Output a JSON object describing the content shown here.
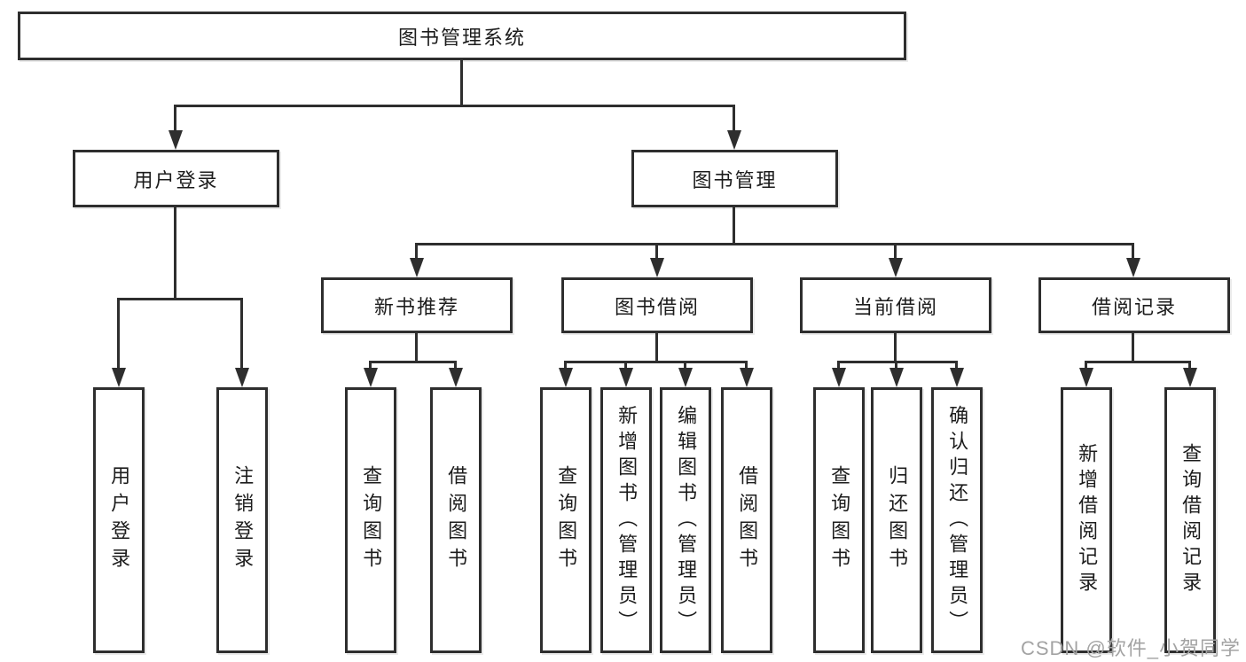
{
  "diagram": {
    "root": {
      "label": "图书管理系统"
    },
    "user_login": {
      "label": "用户登录",
      "children": [
        {
          "label": "用户登录"
        },
        {
          "label": "注销登录"
        }
      ]
    },
    "book_mgmt": {
      "label": "图书管理",
      "sections": [
        {
          "label": "新书推荐",
          "children": [
            {
              "label": "查询图书"
            },
            {
              "label": "借阅图书"
            }
          ]
        },
        {
          "label": "图书借阅",
          "children": [
            {
              "label": "查询图书"
            },
            {
              "label": "新增图书（管理员）"
            },
            {
              "label": "编辑图书（管理员）"
            },
            {
              "label": "借阅图书"
            }
          ]
        },
        {
          "label": "当前借阅",
          "children": [
            {
              "label": "查询图书"
            },
            {
              "label": "归还图书"
            },
            {
              "label": "确认归还（管理员）"
            }
          ]
        },
        {
          "label": "借阅记录",
          "children": [
            {
              "label": "新增借阅记录"
            },
            {
              "label": "查询借阅记录"
            }
          ]
        }
      ]
    }
  },
  "watermark": {
    "text": "CSDN @软件_小贺同学"
  },
  "colors": {
    "line": "#2e2e2e",
    "text": "#1c1c1c",
    "background": "#ffffff",
    "watermark": "#a3a3a3"
  }
}
